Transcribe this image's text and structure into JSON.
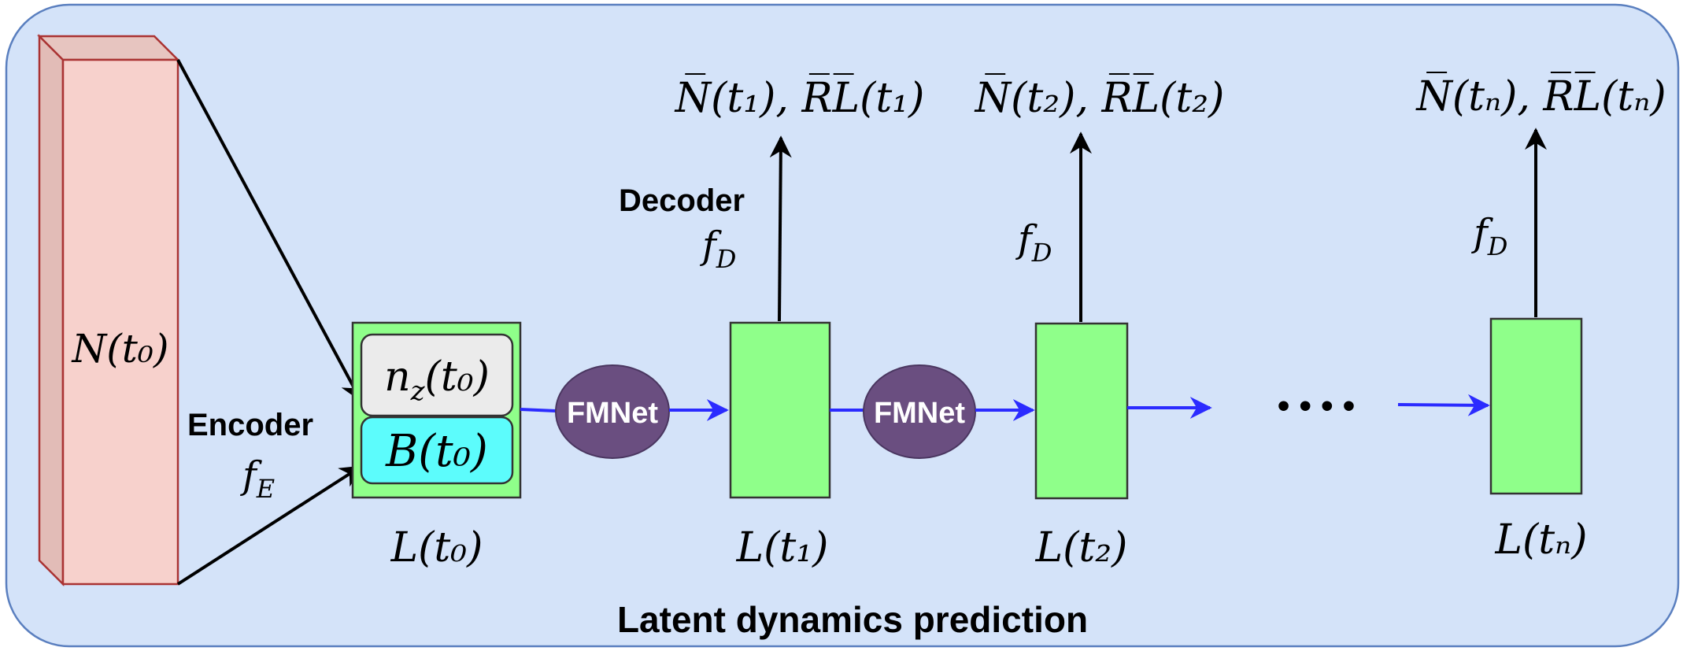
{
  "title": "Latent dynamics prediction",
  "input": {
    "label": "N(t₀)"
  },
  "encoder": {
    "label": "Encoder",
    "symbol": "f",
    "subscript": "E"
  },
  "decoder": {
    "label": "Decoder",
    "symbol": "f",
    "subscript": "D"
  },
  "latent0": {
    "nz_label": "nz(t₀)",
    "nz_base": "n",
    "nz_sub": "z",
    "nz_arg": "(t₀)",
    "b_label": "B(t₀)",
    "caption": "L(t₀)"
  },
  "fmnet_label": "FMNet",
  "ellipsis": "• • • •",
  "latents": [
    {
      "caption": "L(t₁)",
      "output": "N̅(t₁), R̅L̅(t₁)"
    },
    {
      "caption": "L(t₂)",
      "output": "N̅(t₂), R̅L̅(t₂)"
    },
    {
      "caption": "L(tₙ)",
      "output": "N̅(tₙ), R̅L̅(tₙ)"
    }
  ],
  "colors": {
    "background": "#d4e3f9",
    "input_front": "#f7d1cc",
    "input_side": "#e2bcb7",
    "latent": "#8fff8a",
    "nz_box": "#ebebeb",
    "b_box": "#5cfcfc",
    "fmnet": "#6a4e80",
    "blue_arrow": "#2b2bff"
  }
}
